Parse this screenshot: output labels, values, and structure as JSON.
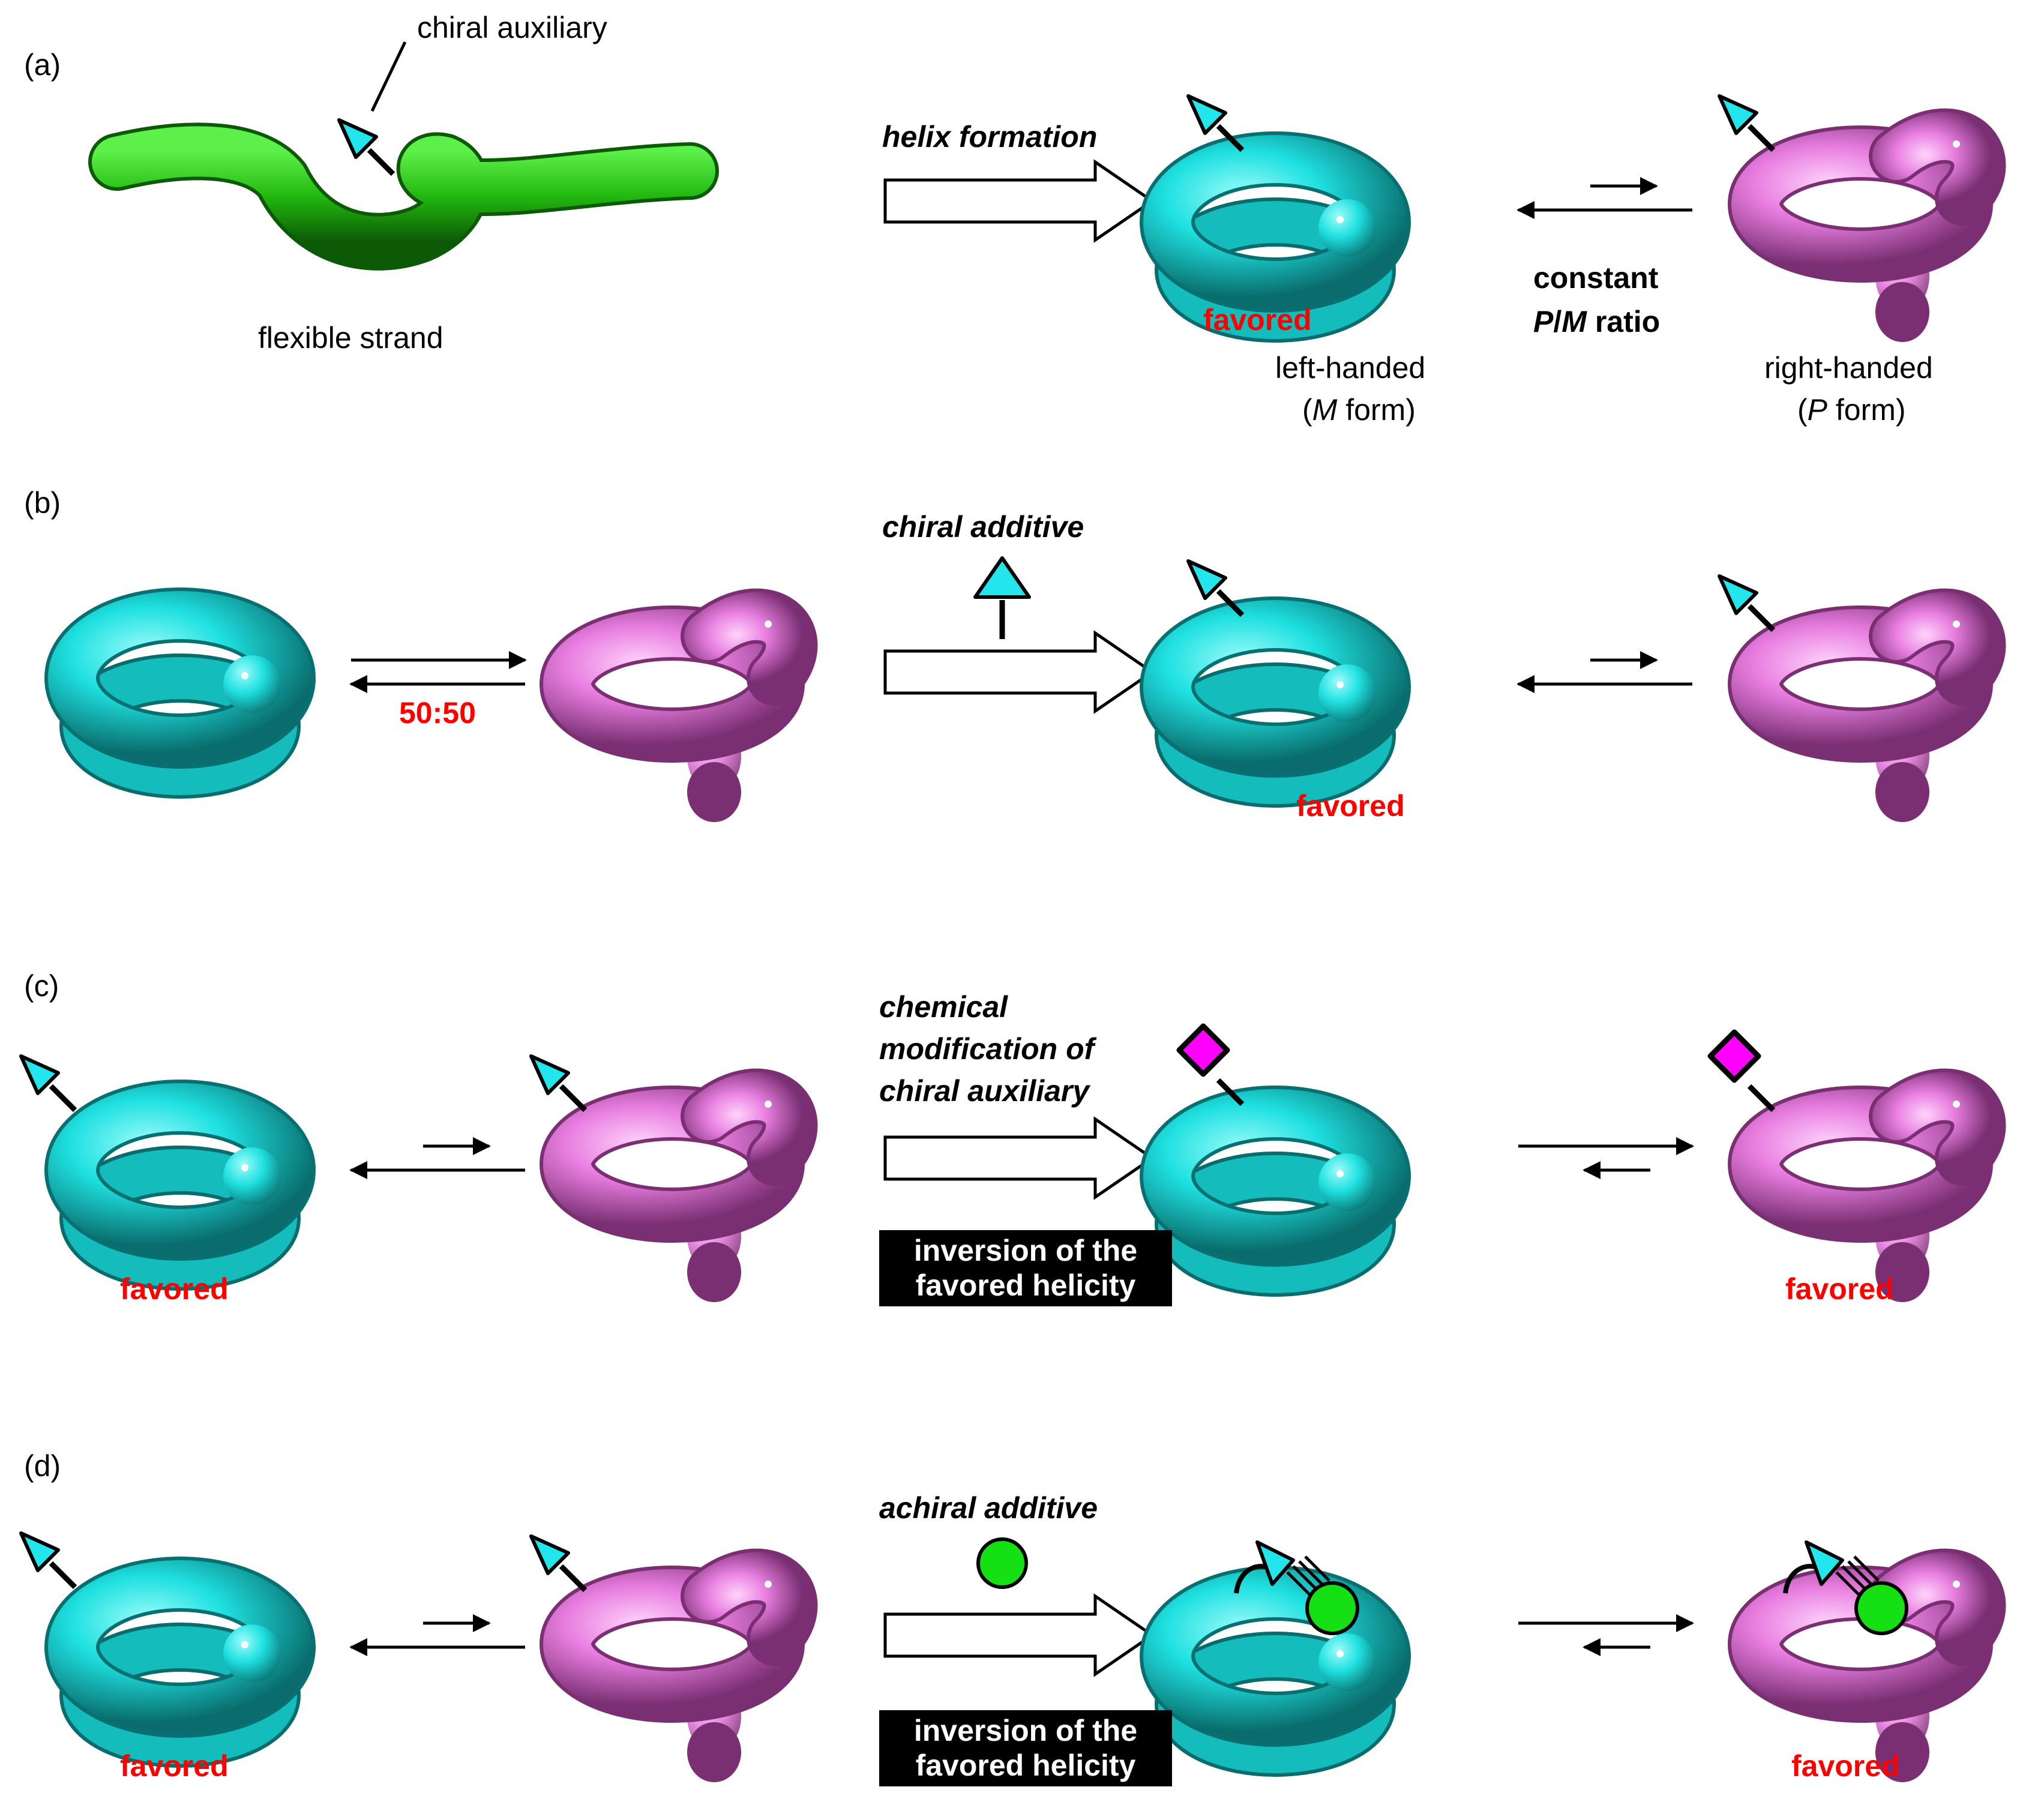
{
  "panels": {
    "a": {
      "label": "(a)",
      "chiral_auxiliary": "chiral auxiliary",
      "flexible_strand": "flexible strand",
      "helix_formation": "helix formation",
      "favored": "favored",
      "left_handed": "left-handed",
      "m_form_prefix": "(",
      "m_form_letter": "M",
      "m_form_suffix": " form)",
      "constant": "constant",
      "pm_p": "P",
      "pm_slash": "/",
      "pm_m": "M",
      "pm_ratio": " ratio",
      "right_handed": "right-handed",
      "p_form_prefix": "(",
      "p_form_letter": "P",
      "p_form_suffix": " form)"
    },
    "b": {
      "label": "(b)",
      "ratio": "50:50",
      "chiral_additive": "chiral additive",
      "favored": "favored"
    },
    "c": {
      "label": "(c)",
      "favored_left": "favored",
      "mod_line1": "chemical",
      "mod_line2": "modification of",
      "mod_line3": "chiral auxiliary",
      "inversion_line1": "inversion of the",
      "inversion_line2": "favored helicity",
      "favored_right": "favored"
    },
    "d": {
      "label": "(d)",
      "favored_left": "favored",
      "achiral_additive": "achiral additive",
      "inversion_line1": "inversion of the",
      "inversion_line2": "favored helicity",
      "favored_right": "favored"
    }
  },
  "colors": {
    "cyan_helix": "#1fe0e0",
    "magenta_helix": "#e87ee0",
    "green_strand": "#22b80f",
    "cyan_marker": "#22e6ec",
    "magenta_marker": "#ff00ff",
    "green_additive": "#14e014",
    "favored_red": "#ff0000"
  }
}
